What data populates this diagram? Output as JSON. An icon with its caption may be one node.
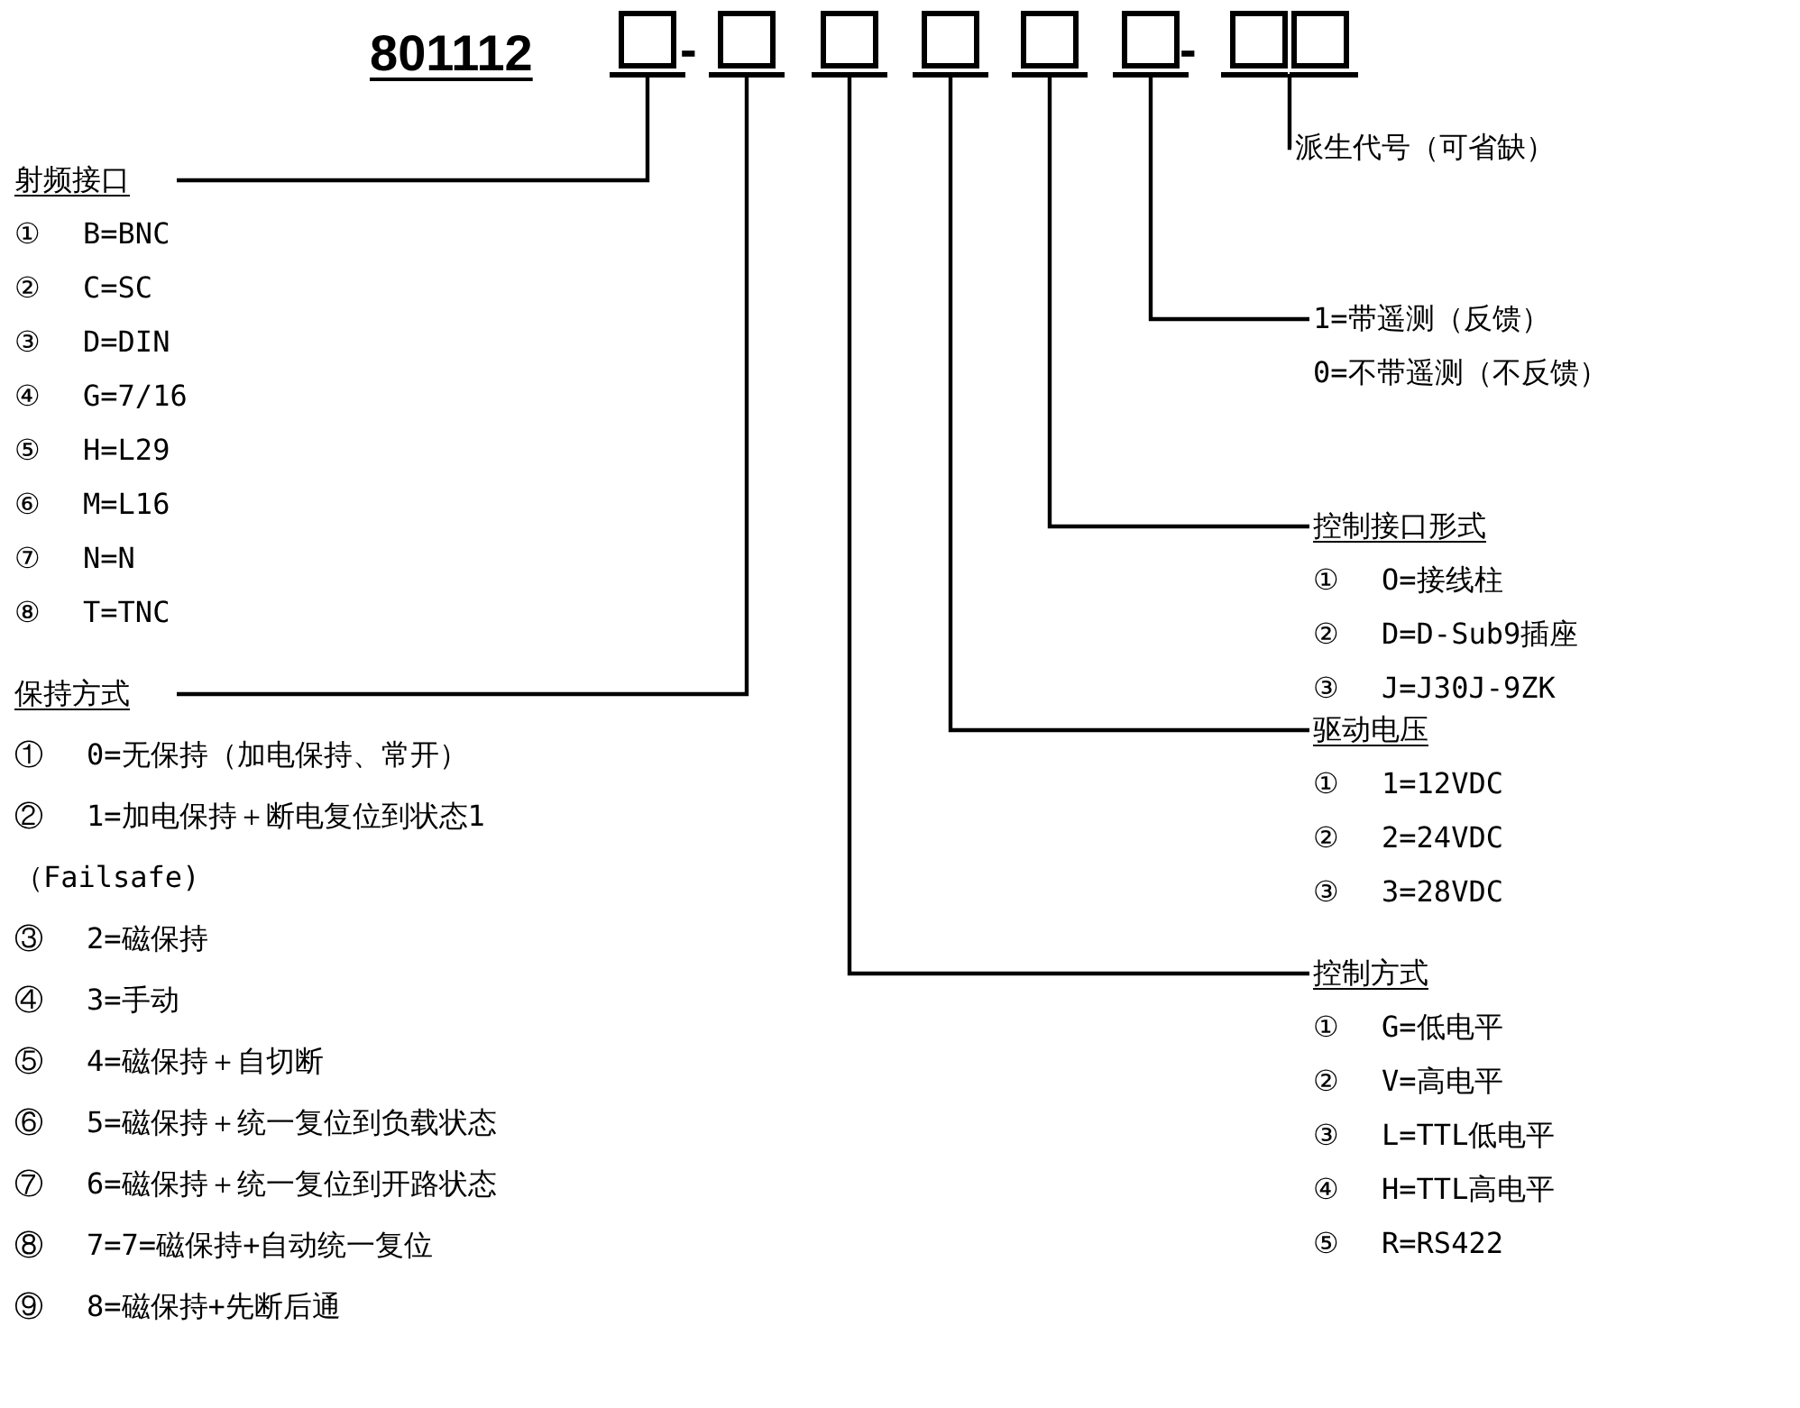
{
  "diagram": {
    "title": "801112",
    "nodes": [
      {
        "text": [],
        "shape": "box"
      },
      {
        "text": [],
        "shape": "box"
      },
      {
        "text": [],
        "shape": "box"
      },
      {
        "text": [],
        "shape": "box"
      },
      {
        "text": [],
        "shape": "box"
      },
      {
        "text": [],
        "shape": "box"
      },
      {
        "text": [],
        "shape": "box"
      },
      {
        "text": [],
        "shape": "box"
      },
      {
        "text": [
          "派生代号（可省缺）"
        ]
      },
      {
        "text": [
          "射频接口",
          "① B=BNC",
          "② C=SC",
          "③ D=DIN",
          "④ G=7/16",
          "⑤ H=L29",
          "⑥ M=L16",
          "⑦ N=N",
          "⑧ T=TNC"
        ]
      },
      {
        "text": [
          "1=带遥测（反馈）",
          "0=不带遥测（不反馈）"
        ]
      },
      {
        "text": [
          "保持方式",
          "① 0=无保持（加电保持、常开）",
          "② 1=加电保持＋断电复位到状态1（Failsafe)",
          "③ 2=磁保持",
          "④ 3=手动",
          "⑤ 4=磁保持＋自切断",
          "⑥ 5=磁保持＋统一复位到负载状态",
          "⑦ 6=磁保持＋统一复位到开路状态",
          "⑧ 7=7=磁保持+自动统一复位",
          "⑨ 8=磁保持+先断后通"
        ]
      },
      {
        "text": [
          "控制接口形式",
          "① O=接线柱",
          "② D=D-Sub9插座",
          "③ J=J30J-9ZK"
        ]
      },
      {
        "text": [
          "驱动电压",
          "① 1=12VDC",
          "② 2=24VDC",
          "③ 3=28VDC"
        ]
      },
      {
        "text": [
          "控制方式",
          "① G=低电平",
          "② V=高电平",
          "③ L=TTL低电平",
          "④ H=TTL高电平",
          "⑤ R=RS422"
        ]
      }
    ],
    "edges": [
      {
        "from": 0,
        "to": 9,
        "arrow": "none"
      },
      {
        "from": 1,
        "to": 11,
        "arrow": "none"
      },
      {
        "from": 2,
        "to": 14,
        "arrow": "none"
      },
      {
        "from": 3,
        "to": 13,
        "arrow": "none"
      },
      {
        "from": 4,
        "to": 12,
        "arrow": "none"
      },
      {
        "from": 5,
        "to": 10,
        "arrow": "none"
      },
      {
        "from": 6,
        "to": 8,
        "arrow": "none"
      },
      {
        "from": 7,
        "to": 8,
        "arrow": "none"
      }
    ],
    "labels": [
      "-",
      "-"
    ]
  }
}
